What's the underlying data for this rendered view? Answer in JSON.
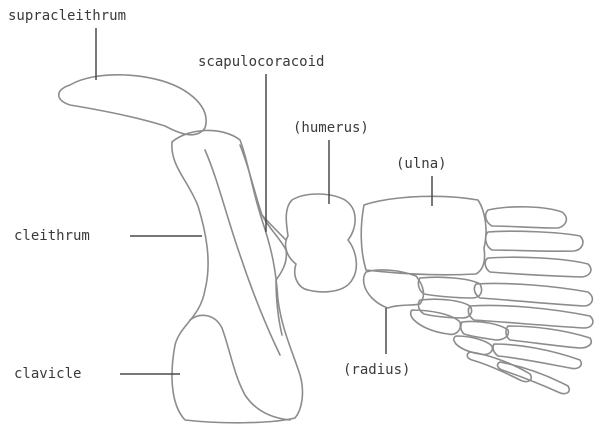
{
  "labels": {
    "supracleithrum": "supracleithrum",
    "scapulocoracoid": "scapulocoracoid",
    "humerus": "(humerus)",
    "ulna": "(ulna)",
    "cleithrum": "cleithrum",
    "clavicle": "clavicle",
    "radius": "(radius)"
  },
  "colors": {
    "outline": "#8c8c8c",
    "leader": "#4a4a4a",
    "text": "#3a3a3a"
  }
}
